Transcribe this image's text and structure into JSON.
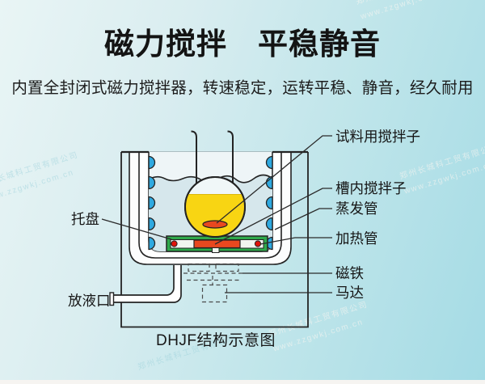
{
  "page": {
    "title": "磁力搅拌　平稳静音",
    "subtitle": "内置全封闭式磁力搅拌器，转速稳定，运转平稳、静音，经久耐用"
  },
  "diagram": {
    "caption": "DHJF结构示意图",
    "labels": {
      "sample_stirrer": "试料用搅拌子",
      "tank_stirrer": "槽内搅拌子",
      "evaporation_tube": "蒸发管",
      "heating_tube": "加热管",
      "magnet": "磁铁",
      "motor": "马达",
      "tray": "托盘",
      "drain_port": "放液口"
    },
    "colors": {
      "flask_liquid": "#f8d513",
      "stirrer_bar": "#e8481f",
      "tray_green": "#2fa94b",
      "coil_blue": "#2fa9e0",
      "heater_red": "#e0140a",
      "bath_water": "#d6e7ec",
      "outline": "#232323"
    }
  },
  "watermark": {
    "company": "郑州长城科工贸有限公司",
    "url": "www.zzgwkj.com.cn"
  }
}
